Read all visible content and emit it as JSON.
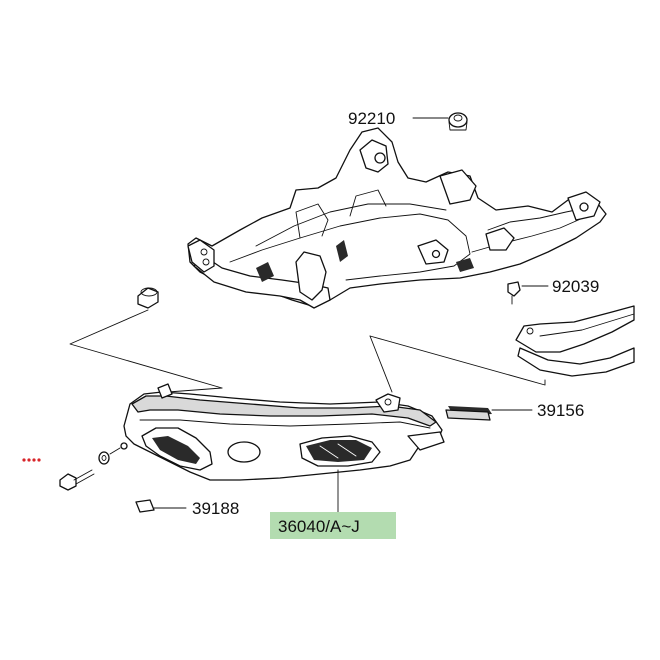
{
  "diagram": {
    "labels": {
      "p92210": "92210",
      "p92039": "92039",
      "p39156": "39156",
      "p39188": "39188",
      "p36040": "36040/A~J"
    },
    "colors": {
      "highlight": "#b3dcb0",
      "ink": "#111111",
      "accent_dots": "#d8252a"
    }
  }
}
